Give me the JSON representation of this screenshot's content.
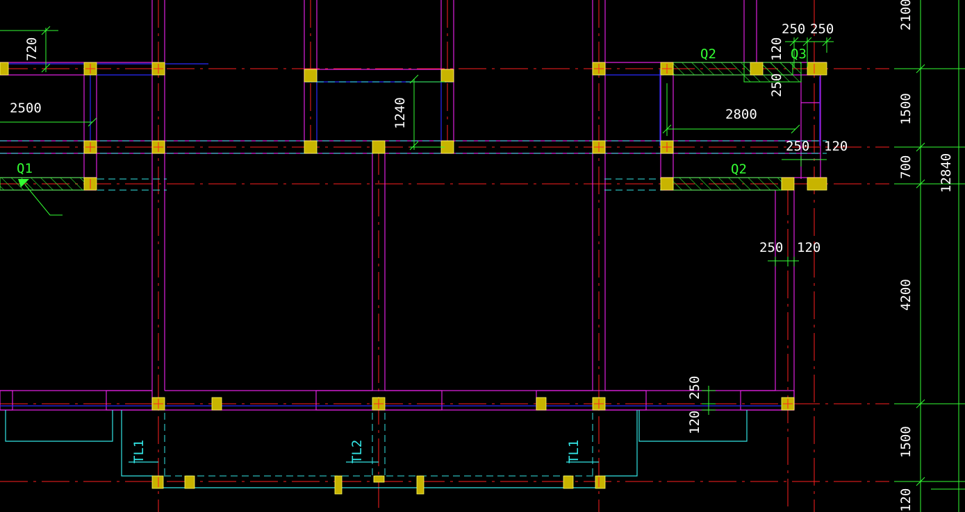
{
  "colors": {
    "background": "#000000",
    "axis": "#ff2020",
    "wall": "#e020e0",
    "beam": "#2a2aff",
    "column": "#c8b400",
    "dimension": "#33ff33",
    "stair_beam": "#33e6e6",
    "text": "#ffffff"
  },
  "labels": {
    "q1": "Q1",
    "q2_top": "Q2",
    "q2_mid": "Q2",
    "q3": "Q3",
    "tl1_left": "TL1",
    "tl2": "TL2",
    "tl1_right": "TL1"
  },
  "dims": {
    "d720": "720",
    "d2500": "2500",
    "d1240": "1240",
    "d250_a": "250",
    "d250_b": "250",
    "d120_a": "120",
    "d250_c": "250",
    "d2800": "2800",
    "d250_d": "250",
    "d120_b": "120",
    "d250_e": "250",
    "d120_c": "120",
    "d250_f": "250",
    "d120_d": "120"
  },
  "axis_dims": {
    "a2100": "2100",
    "a1500_top": "1500",
    "a700": "700",
    "a12840": "12840",
    "a4200": "4200",
    "a1500_bot": "1500",
    "a120": "120"
  }
}
